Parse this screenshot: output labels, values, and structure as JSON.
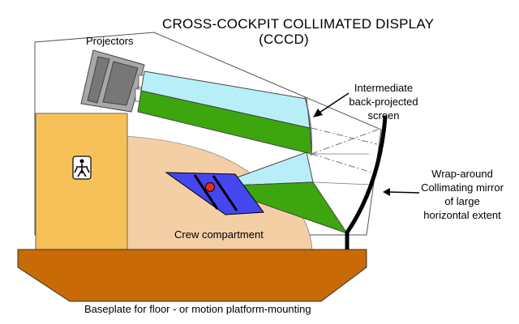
{
  "title": {
    "line1": "CROSS-COCKPIT COLLIMATED DISPLAY",
    "line2": "(CCCD)"
  },
  "labels": {
    "projectors": "Projectors",
    "intermediate_screen": [
      "Intermediate",
      "back-projected",
      "screen"
    ],
    "mirror": [
      "Wrap-around",
      "Collimating mirror",
      "of large",
      "horizontal extent"
    ],
    "crew": "Crew compartment",
    "baseplate": "Baseplate for floor - or motion platform-mounting"
  },
  "colors": {
    "upper_beam": "#b8eef7",
    "lower_beam": "#3da60e",
    "cabinet": "#f7c15a",
    "crew_area": "#f4cfa6",
    "baseplate": "#c86a05",
    "seat": "#4447f0",
    "eye_point": "#ee2a1a",
    "projector": "#a8a8a8",
    "mirror": "#000000"
  },
  "icons": {
    "cabinet_badge": "figure-icon"
  }
}
